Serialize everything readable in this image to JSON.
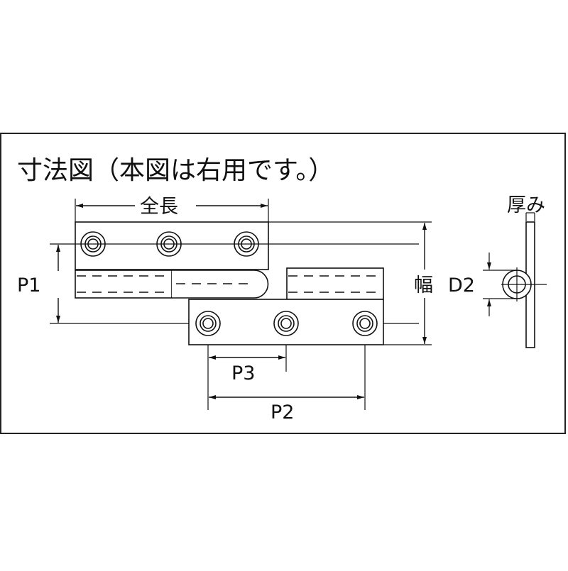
{
  "title": "寸法図（本図は右用です。）",
  "labels": {
    "overall_length": "全長",
    "width": "幅",
    "thickness": "厚み",
    "p1": "P1",
    "p2": "P2",
    "p3": "P3",
    "d2": "D2"
  },
  "colors": {
    "line": "#111111",
    "background": "#ffffff"
  }
}
